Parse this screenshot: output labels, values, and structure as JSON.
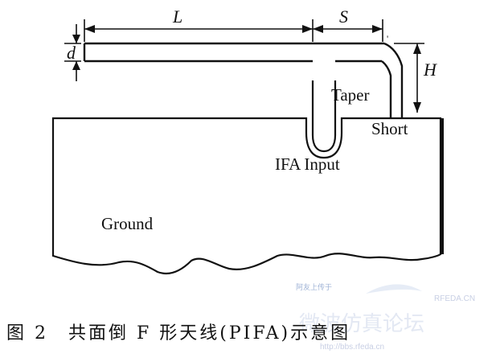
{
  "figure": {
    "dimension_labels": {
      "length": "L",
      "spacing": "S",
      "height": "H",
      "thickness": "d"
    },
    "part_labels": {
      "taper": "Taper",
      "short": "Short",
      "feed": "IFA Input",
      "ground": "Ground"
    },
    "caption": "图 2　共面倒 F 形天线(PIFA)示意图"
  },
  "watermark": {
    "line1": "阿友上传于",
    "line2": "RFEDA.CN",
    "line3": "微波仿真论坛",
    "line4": "http://bbs.rfeda.cn"
  }
}
